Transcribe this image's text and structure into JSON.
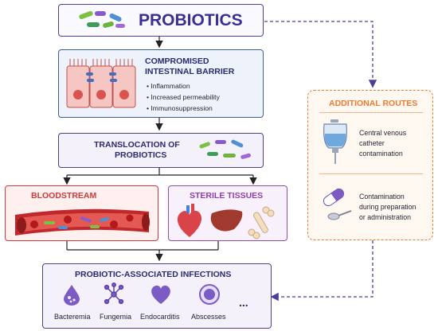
{
  "top": {
    "title": "PROBIOTICS"
  },
  "barrier": {
    "title_line1": "COMPROMISED",
    "title_line2": "INTESTINAL BARRIER",
    "bullets": [
      "Inflammation",
      "Increased permeability",
      "Immunosuppression"
    ]
  },
  "translocation": {
    "title_line1": "TRANSLOCATION OF",
    "title_line2": "PROBIOTICS"
  },
  "bloodstream": {
    "title": "BLOODSTREAM"
  },
  "sterile": {
    "title": "STERILE TISSUES"
  },
  "infections": {
    "title": "PROBIOTIC-ASSOCIATED INFECTIONS",
    "items": [
      {
        "label": "Bacteremia",
        "icon": "blood-drop-icon"
      },
      {
        "label": "Fungemia",
        "icon": "fungus-icon"
      },
      {
        "label": "Endocarditis",
        "icon": "heart-icon"
      },
      {
        "label": "Abscesses",
        "icon": "abscess-icon"
      }
    ],
    "more": "..."
  },
  "routes": {
    "title": "ADDITIONAL ROUTES",
    "item1": [
      "Central venous",
      "catheter",
      "contamination"
    ],
    "item2": [
      "Contamination",
      "during preparation",
      "or administration"
    ]
  },
  "colors": {
    "purple": "#4b3f9a",
    "red": "#d3393a",
    "orange": "#f07a2f",
    "blue_border": "#3f5c9a"
  }
}
